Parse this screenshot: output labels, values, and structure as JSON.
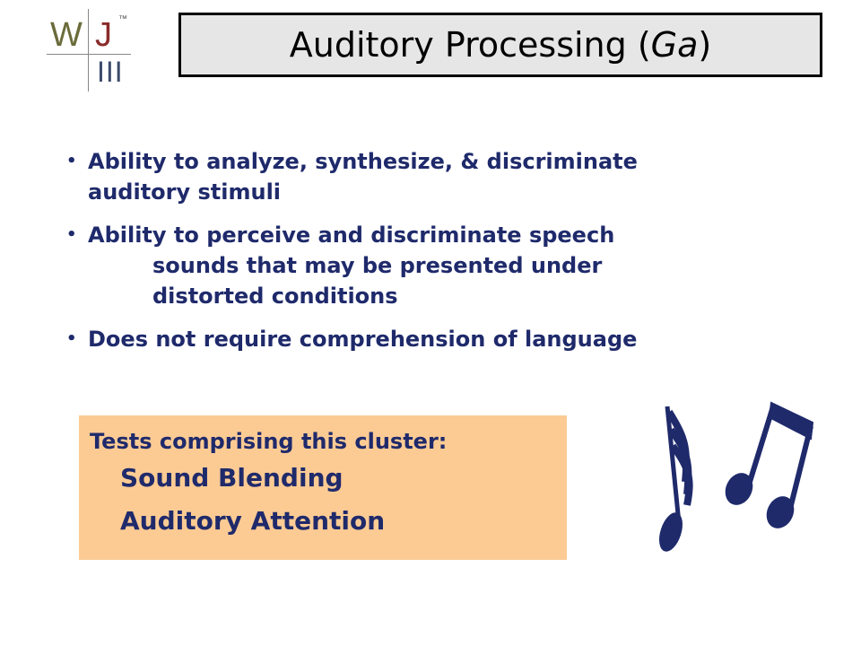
{
  "logo": {
    "w": "W",
    "j": "J",
    "tm": "™",
    "roman": "III"
  },
  "title": {
    "main": "Auditory Processing (",
    "italic": "Ga",
    "close": ")"
  },
  "bullets": [
    {
      "lines": [
        "Ability to analyze, synthesize, & discriminate",
        "auditory stimuli"
      ]
    },
    {
      "lines": [
        "Ability to perceive and discriminate speech",
        "sounds that may be presented under",
        "distorted conditions"
      ]
    },
    {
      "lines": [
        "Does not require comprehension of language"
      ]
    }
  ],
  "tests": {
    "heading": "Tests comprising this cluster:",
    "items": [
      "Sound Blending",
      "Auditory Attention"
    ]
  },
  "colors": {
    "text": "#1f2a6b",
    "box": "#fccb94",
    "title_bg": "#e6e6e6"
  },
  "icon": "music-notes-icon"
}
